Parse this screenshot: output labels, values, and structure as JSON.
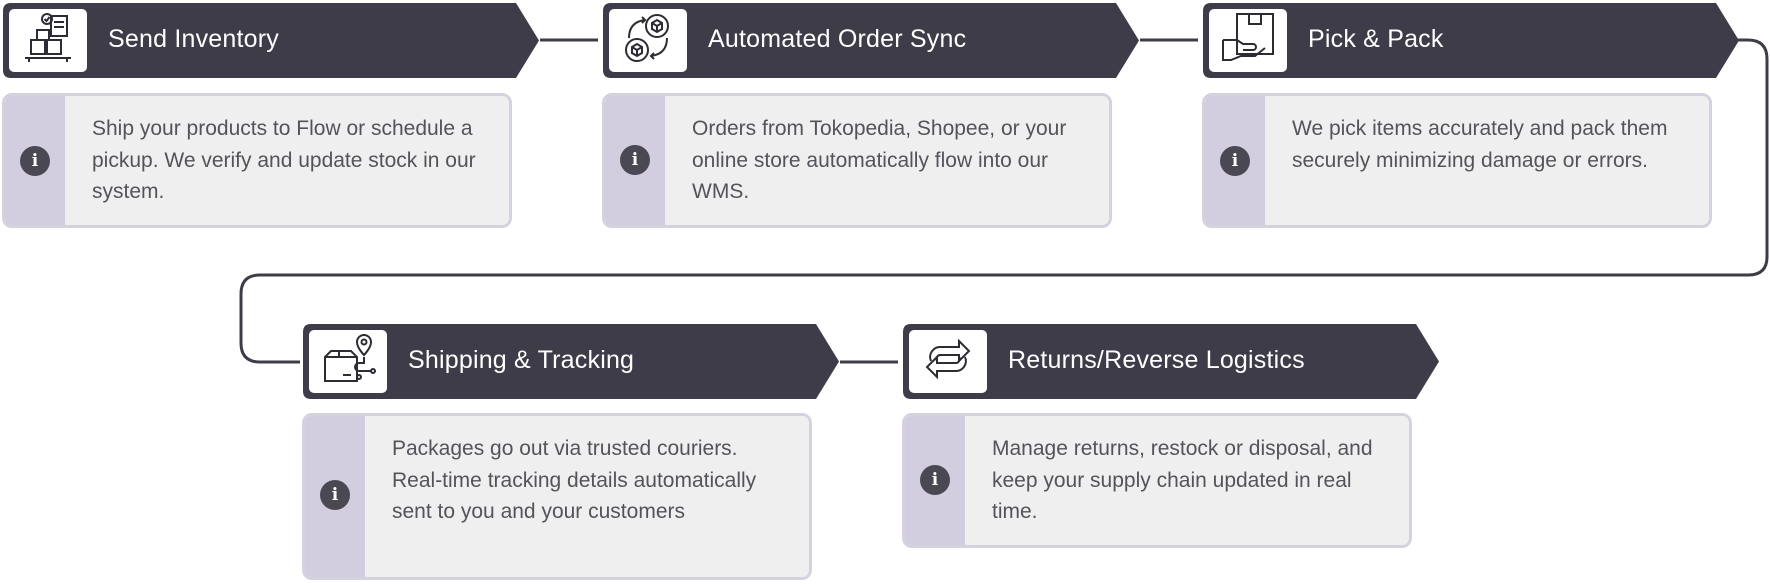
{
  "steps": [
    {
      "title": "Send Inventory",
      "icon": "inventory-boxes-icon",
      "description": "Ship your products to Flow or schedule a pickup. We verify and update stock in our system."
    },
    {
      "title": "Automated Order Sync",
      "icon": "order-sync-icon",
      "description": "Orders from Tokopedia, Shopee, or your online store automatically flow into our WMS."
    },
    {
      "title": "Pick & Pack",
      "icon": "hand-package-icon",
      "description": "We pick items accurately and pack them securely minimizing damage or errors."
    },
    {
      "title": "Shipping & Tracking",
      "icon": "shipping-location-icon",
      "description": "Packages go out via trusted couriers. Real-time tracking details automatically sent to you and your customers"
    },
    {
      "title": "Returns/Reverse Logistics",
      "icon": "returns-arrows-icon",
      "description": "Manage returns, restock or disposal, and keep your supply chain updated in real time."
    }
  ],
  "info_glyph": "i",
  "colors": {
    "banner": "#3e3c48",
    "card_side": "#d3cedf",
    "card_body": "#efefef",
    "card_border": "#d5d1df",
    "connector": "#3e3c48"
  }
}
